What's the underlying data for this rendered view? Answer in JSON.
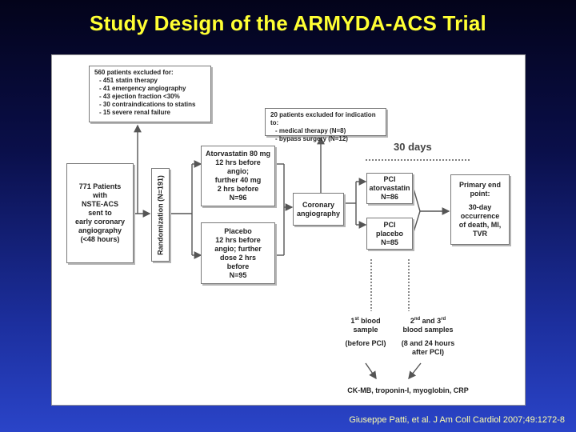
{
  "title": "Study Design of the ARMYDA-ACS Trial",
  "citation": "Giuseppe Patti, et al. J Am Coll Cardiol 2007;49:1272-8",
  "excluded_560": {
    "header": "560 patients excluded for:",
    "items": [
      "- 451  statin therapy",
      "- 41    emergency angiography",
      "- 43    ejection fraction <30%",
      "- 30    contraindications to statins",
      "- 15    severe renal failure"
    ]
  },
  "excluded_20": {
    "header": "20 patients excluded for indication to:",
    "items": [
      "- medical therapy (N=8)",
      "- bypass surgery (N=12)"
    ]
  },
  "patients_box": [
    "771 Patients",
    "with",
    "NSTE-ACS",
    "sent to",
    "early coronary",
    "angiography",
    "(<48 hours)"
  ],
  "randomization": "Randomization (N=191)",
  "atorvastatin_box": [
    "Atorvastatin 80 mg",
    "12 hrs before",
    "angio;",
    "further 40 mg",
    "2 hrs before",
    "N=96"
  ],
  "placebo_box": [
    "Placebo",
    "12 hrs before",
    "angio; further",
    "dose 2 hrs",
    "before",
    "N=95"
  ],
  "coronary_box": [
    "Coronary",
    "angiography"
  ],
  "thirty_days": "30 days",
  "pci_atorvastatin": [
    "PCI",
    "atorvastatin",
    "N=86"
  ],
  "pci_placebo": [
    "PCI",
    "placebo",
    "N=85"
  ],
  "endpoint_box": [
    "Primary end",
    "point:",
    "",
    "30-day",
    "occurrence",
    "of death, MI,",
    "TVR"
  ],
  "blood1": {
    "l1a": "1",
    "l1sup": "st",
    "l1b": " blood",
    "l2": "sample",
    "l3": "(before PCI)"
  },
  "blood2": {
    "l1a": "2",
    "l1sup": "nd",
    "l1b": " and 3",
    "l1sup2": "rd",
    "l2": "blood samples",
    "l3": "(8 and 24 hours",
    "l4": "after PCI)"
  },
  "markers": "CK-MB, troponin-I, myoglobin, CRP",
  "colors": {
    "title": "#ffff33",
    "citation": "#ffffaa",
    "line": "#555555"
  }
}
